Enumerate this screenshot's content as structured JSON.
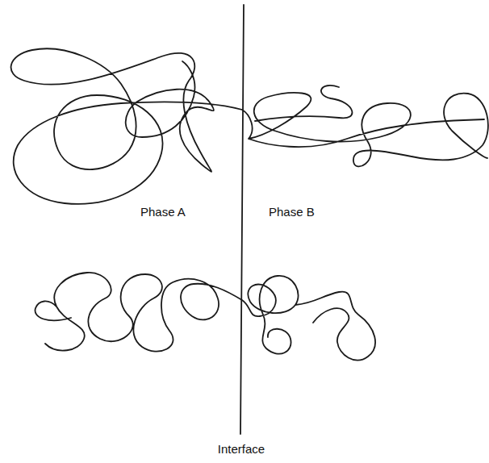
{
  "diagram": {
    "labels": [
      "Phase A",
      "Phase B",
      "Interface"
    ]
  }
}
